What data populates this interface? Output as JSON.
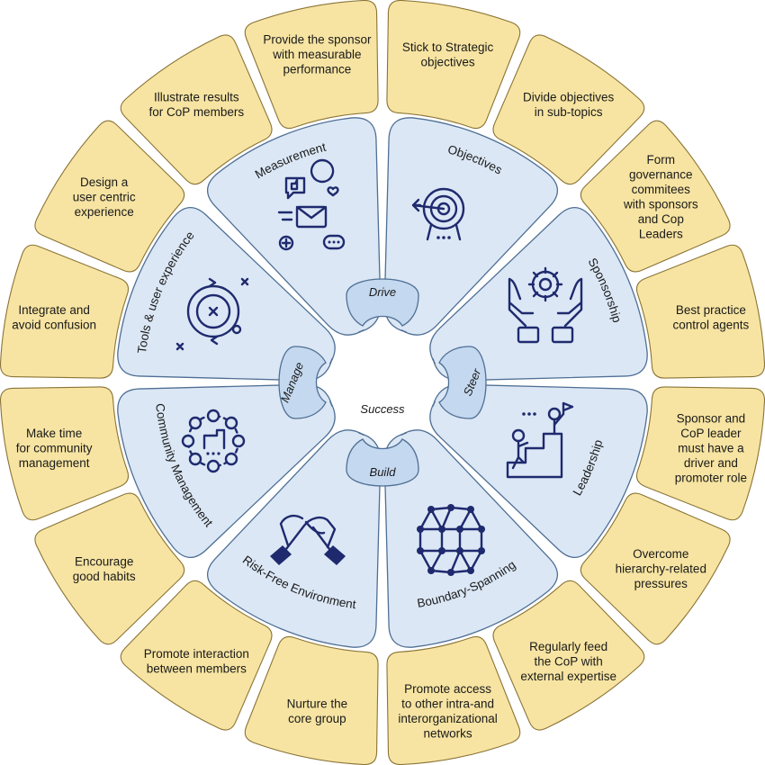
{
  "center": {
    "label": "Success"
  },
  "dimensions": [
    {
      "label": "Drive"
    },
    {
      "label": "Steer"
    },
    {
      "label": "Build"
    },
    {
      "label": "Manage"
    }
  ],
  "factors": [
    {
      "label": "Objectives",
      "icon": "target-icon"
    },
    {
      "label": "Sponsorship",
      "icon": "hands-gear-icon"
    },
    {
      "label": "Leadership",
      "icon": "stairs-leader-icon"
    },
    {
      "label": "Boundary-Spanning",
      "icon": "network-icon"
    },
    {
      "label": "Risk-Free Environment",
      "icon": "handshake-icon"
    },
    {
      "label": "Community Management",
      "icon": "community-circle-icon"
    },
    {
      "label": "Tools & user experience",
      "icon": "cycle-icon"
    },
    {
      "label": "Measurement",
      "icon": "social-feedback-icon"
    }
  ],
  "practices": [
    {
      "lines": [
        "Stick to Strategic",
        "objectives"
      ]
    },
    {
      "lines": [
        "Divide objectives",
        "in sub-topics"
      ]
    },
    {
      "lines": [
        "Form",
        "governance",
        "commitees",
        "with sponsors",
        "and Cop",
        "Leaders"
      ]
    },
    {
      "lines": [
        "Best practice",
        "control agents"
      ]
    },
    {
      "lines": [
        "Sponsor and",
        "CoP leader",
        "must have a",
        "driver and",
        "promoter role"
      ]
    },
    {
      "lines": [
        "Overcome",
        "hierarchy-related",
        "pressures"
      ]
    },
    {
      "lines": [
        "Regularly feed",
        "the CoP with",
        "external expertise"
      ]
    },
    {
      "lines": [
        "Promote access",
        "to other intra-and",
        "interorganizational",
        "networks"
      ]
    },
    {
      "lines": [
        "Nurture the",
        "core group"
      ]
    },
    {
      "lines": [
        "Promote interaction",
        "between members"
      ]
    },
    {
      "lines": [
        "Encourage",
        "good habits"
      ]
    },
    {
      "lines": [
        "Make time",
        "for community",
        "management"
      ]
    },
    {
      "lines": [
        "Integrate and",
        "avoid confusion"
      ]
    },
    {
      "lines": [
        "Design a",
        "user centric",
        "experience"
      ]
    },
    {
      "lines": [
        "Illustrate results",
        "for CoP members"
      ]
    },
    {
      "lines": [
        "Provide the sponsor",
        "with measurable",
        "performance"
      ]
    }
  ]
}
